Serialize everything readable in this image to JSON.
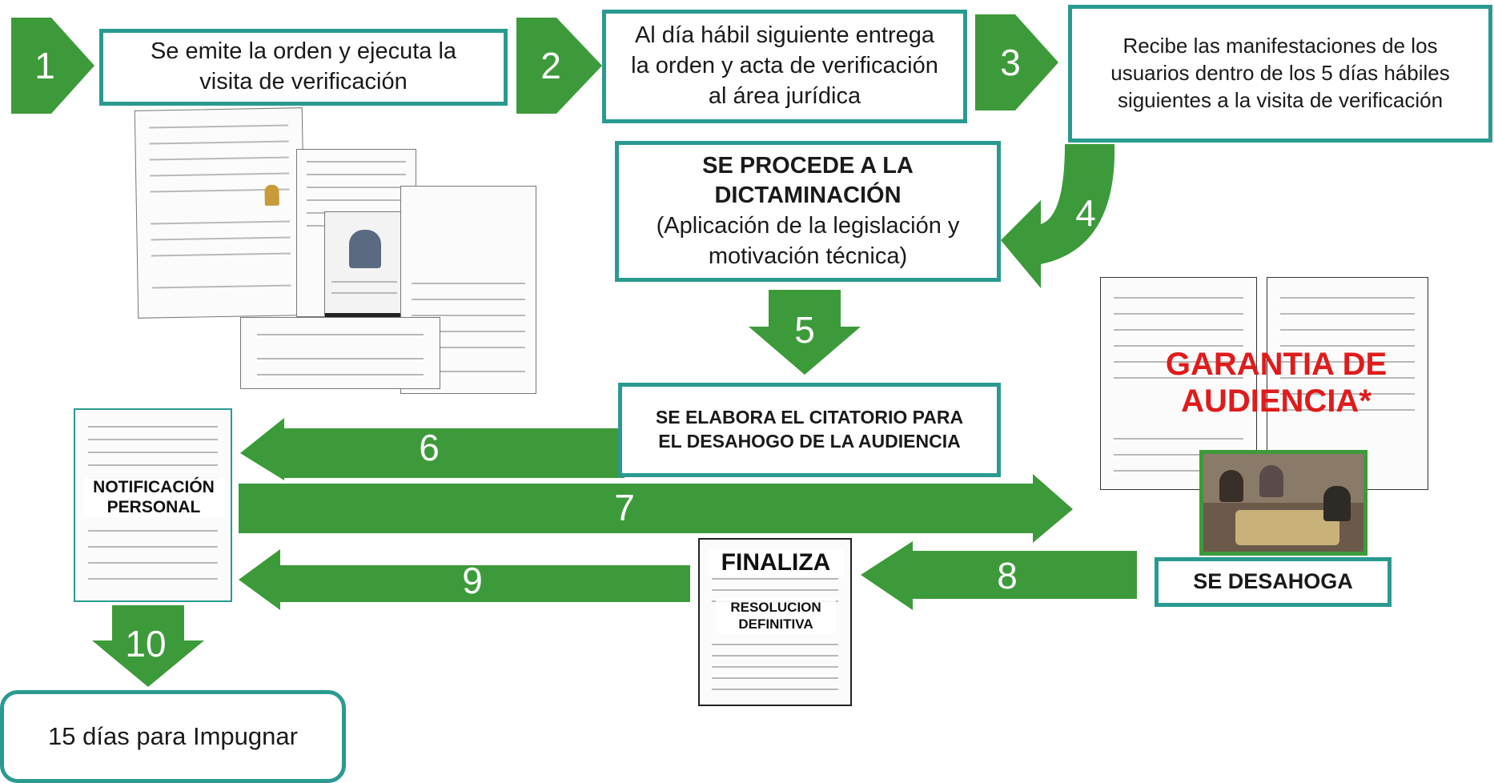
{
  "steps": {
    "n1": "1",
    "n2": "2",
    "n3": "3",
    "n4": "4",
    "n5": "5",
    "n6": "6",
    "n7": "7",
    "n8": "8",
    "n9": "9",
    "n10": "10"
  },
  "boxes": {
    "step1": "Se emite la orden  y ejecuta la visita de verificación",
    "step2": "Al día hábil siguiente entrega la orden y acta de verificación al área jurídica",
    "step3": "Recibe las manifestaciones de los usuarios dentro de los 5 días hábiles siguientes a la visita de verificación",
    "dictamen_title": "SE PROCEDE A LA DICTAMINACIÓN",
    "dictamen_sub": "(Aplicación de la legislación y motivación técnica)",
    "citatorio": "SE ELABORA EL CITATORIO PARA EL DESAHOGO DE LA AUDIENCIA",
    "desahoga": "SE DESAHOGA",
    "impugnar": "15 días para Impugnar"
  },
  "documents": {
    "notificacion": "NOTIFICACIÓN PERSONAL",
    "garantia": "GARANTIA DE AUDIENCIA*",
    "finaliza": "FINALIZA",
    "resolucion": "RESOLUCION DEFINITIVA"
  },
  "colors": {
    "arrow_green": "#3d9a3a",
    "box_border": "#2a9a90",
    "red_text": "#e01b1b"
  }
}
